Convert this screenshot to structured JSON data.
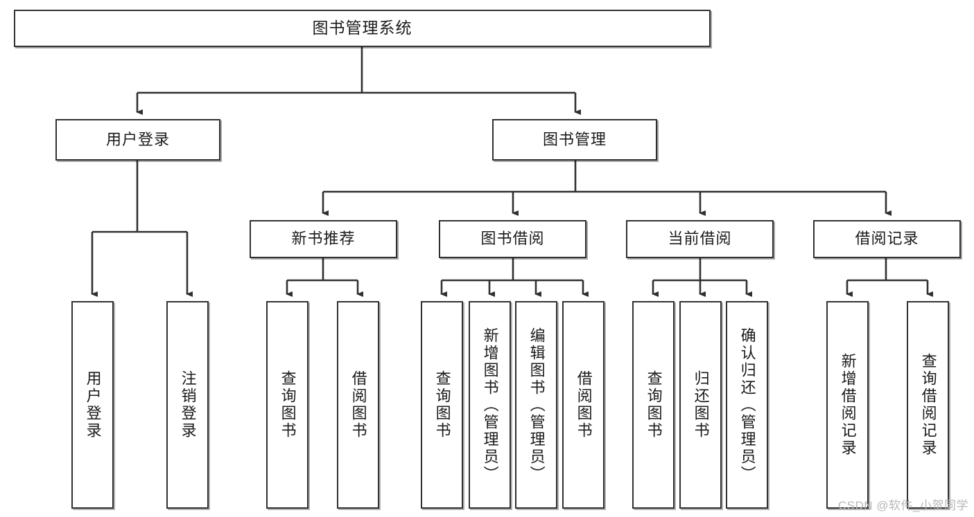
{
  "diagram": {
    "type": "tree",
    "title": "图书管理系统",
    "watermark": "CSDN @软件_小贺同学",
    "colors": {
      "stroke": "#30302f",
      "fill": "#ffffff",
      "text": "#1a1a1a",
      "watermark": "#b7b7b7"
    },
    "levels": {
      "root": {
        "label": "图书管理系统"
      },
      "level2": [
        {
          "id": "user-login",
          "label": "用户登录"
        },
        {
          "id": "book-manage",
          "label": "图书管理"
        }
      ],
      "level3": [
        {
          "id": "new-book-recommend",
          "label": "新书推荐"
        },
        {
          "id": "book-borrow",
          "label": "图书借阅"
        },
        {
          "id": "current-borrow",
          "label": "当前借阅"
        },
        {
          "id": "borrow-record",
          "label": "借阅记录"
        }
      ],
      "leaves": [
        {
          "id": "leaf-user-login",
          "label": "用户登录",
          "parent": "user-login"
        },
        {
          "id": "leaf-logout-login",
          "label": "注销登录",
          "parent": "user-login"
        },
        {
          "id": "leaf-query-book-1",
          "label": "查询图书",
          "parent": "new-book-recommend"
        },
        {
          "id": "leaf-borrow-book-1",
          "label": "借阅图书",
          "parent": "new-book-recommend"
        },
        {
          "id": "leaf-query-book-2",
          "label": "查询图书",
          "parent": "book-borrow"
        },
        {
          "id": "leaf-add-book-admin",
          "label": "新增图书（管理员）",
          "parent": "book-borrow"
        },
        {
          "id": "leaf-edit-book-admin",
          "label": "编辑图书（管理员）",
          "parent": "book-borrow"
        },
        {
          "id": "leaf-borrow-book-2",
          "label": "借阅图书",
          "parent": "book-borrow"
        },
        {
          "id": "leaf-query-book-3",
          "label": "查询图书",
          "parent": "current-borrow"
        },
        {
          "id": "leaf-return-book",
          "label": "归还图书",
          "parent": "current-borrow"
        },
        {
          "id": "leaf-confirm-return-admin",
          "label": "确认归还（管理员）",
          "parent": "current-borrow"
        },
        {
          "id": "leaf-add-borrow-record",
          "label": "新增借阅记录",
          "parent": "borrow-record"
        },
        {
          "id": "leaf-query-borrow-record",
          "label": "查询借阅记录",
          "parent": "borrow-record"
        }
      ]
    }
  }
}
